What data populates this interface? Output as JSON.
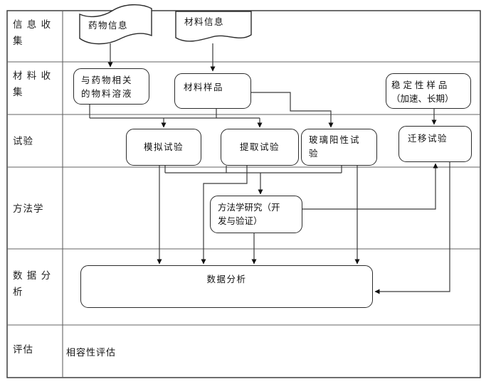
{
  "diagram": {
    "title_semantic": "compatibility-study-flowchart",
    "row_labels": [
      {
        "id": "info-collection",
        "text": "信 息 收\n集"
      },
      {
        "id": "material-collection",
        "text": "材 料 收\n集"
      },
      {
        "id": "test",
        "text": "试验"
      },
      {
        "id": "methodology",
        "text": "方法学"
      },
      {
        "id": "data-analysis",
        "text": "数 据 分\n析"
      },
      {
        "id": "evaluation",
        "text": "评估"
      }
    ],
    "nodes": {
      "drug_info": "药物信息",
      "material_info": "材料信息",
      "drug_related_solution": "与药物相关\n的物料溶液",
      "material_sample": "材料样品",
      "stability_sample": "稳 定 性 样 品\n（加速、长期）",
      "simulation_test": "模拟试验",
      "extraction_test": "提取试验",
      "glass_positive_test": "玻璃阳性试\n验",
      "migration_test": "迁移试验",
      "methodology_study": "方法学研究（开\n发与验证）",
      "data_analysis": "数据分析",
      "compatibility_assessment": "相容性评估"
    },
    "colors": {
      "box_border": "#2b2b2b",
      "connector": "#3a3a3a",
      "grid": "#636363",
      "background": "#ffffff",
      "text": "#111111"
    }
  }
}
